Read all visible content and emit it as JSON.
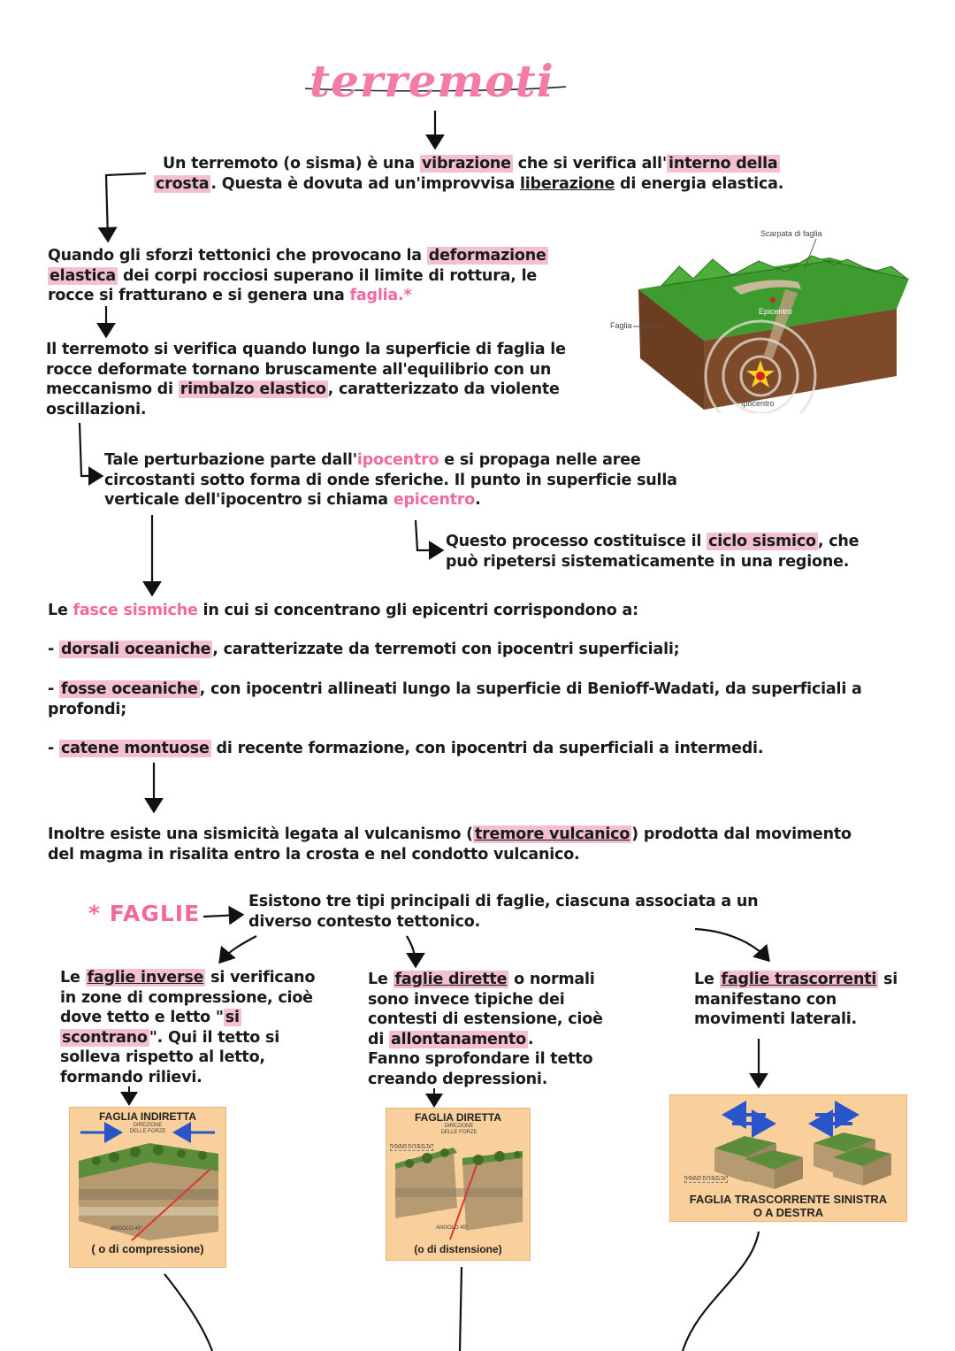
{
  "title": "terremoti",
  "intro": {
    "p1": "Un terremoto (o sisma) è una ",
    "p1_hl1": "vibrazione",
    "p2": " che si verifica all'",
    "p2_hl": "interno della",
    "p3_hl": "crosta",
    "p3": ". Questa è dovuta ad un'improvvisa ",
    "p3_ul": "liberazione",
    "p4": " di energia elastica."
  },
  "deformation": {
    "a": "Quando gli sforzi tettonici che provocano la ",
    "a_hl": "deformazione",
    "b_hl": "elastica",
    "b": " dei corpi rocciosi superano il limite di rottura, le",
    "c": "rocce si fratturano e si genera una ",
    "c_pink": "faglia",
    "c_star": ".*"
  },
  "rebound": {
    "l1": "Il terremoto si verifica quando lungo la superficie di faglia le",
    "l2": "rocce deformate tornano bruscamente all'equilibrio con un",
    "l3a": "meccanismo di ",
    "l3_hl": "rimbalzo elastico",
    "l3b": ", caratterizzato da violente",
    "l4": "oscillazioni."
  },
  "diagram": {
    "scarp": "Scarpata di faglia",
    "fault": "Faglia",
    "epicenter": "Epicentro",
    "hypocenter": "Ipocentro"
  },
  "propagation": {
    "l1a": "Tale perturbazione parte dall'",
    "l1_pink": "ipocentro",
    "l1b": " e si propaga nelle aree",
    "l2": "circostanti sotto forma di onde sferiche. Il punto in superficie sulla",
    "l3a": "verticale dell'ipocentro si chiama ",
    "l3_pink": "epicentro",
    "l3b": "."
  },
  "cycle": {
    "l1a": "Questo processo costituisce il ",
    "l1_hl": "ciclo sismico",
    "l1b": ", che",
    "l2": "può ripetersi sistematicamente in una regione."
  },
  "belts": {
    "intro_a": "Le ",
    "intro_pink": "fasce sismiche",
    "intro_b": " in cui si concentrano gli epicentri corrispondono a:",
    "i1_dash": "- ",
    "i1_hl": "dorsali oceaniche",
    "i1": ", caratterizzate da terremoti con ipocentri superficiali;",
    "i2_hl": "fosse oceaniche",
    "i2": ", con ipocentri allineati lungo la superficie di Benioff-Wadati, da superficiali a",
    "i2b": "profondi;",
    "i3_hl": "catene montuose",
    "i3": " di recente formazione, con ipocentri da superficiali a intermedi."
  },
  "volcanic": {
    "l1a": "Inoltre esiste una sismicità legata al vulcanismo (",
    "l1_hl": "tremore vulcanico",
    "l1b": ") prodotta dal movimento",
    "l2": "del magma in risalita entro la crosta e nel condotto vulcanico."
  },
  "faults": {
    "heading": "* FAGLIE",
    "intro1": "Esistono tre tipi principali di faglie, ciascuna associata a un",
    "intro2": "diverso contesto tettonico.",
    "reverse": {
      "a": "Le ",
      "hl": "faglie inverse",
      "b": " si verificano",
      "l2": "in zone di compressione, cioè",
      "l3": "dove tetto e letto \"",
      "l3_hl": "si",
      "l4_hl": "scontrano",
      "l4": "\". Qui il tetto si",
      "l5": "solleva rispetto al letto,",
      "l6": "formando rilievi.",
      "fig_title": "FAGLIA INDIRETTA",
      "fig_dir": "DIREZIONE DELLE FORZE",
      "fig_angle": "ANGOLO 45°",
      "fig_caption": "( o di compressione)"
    },
    "normal": {
      "a": "Le ",
      "hl": "faglie dirette",
      "b": " o normali",
      "l2": "sono invece tipiche dei",
      "l3": "contesti di estensione, cioè",
      "l4a": "di ",
      "l4_hl": "allontanamento",
      "l4b": ".",
      "l5": "Fanno sprofondare il tetto",
      "l6": "creando depressioni.",
      "fig_title": "FAGLIA DIRETTA",
      "fig_dir": "DIREZIONE DELLE FORZE",
      "fig_plane": "PIANO DI FAGLIA",
      "fig_angle": "ANGOLO 45°",
      "fig_caption": "(o di distensione)"
    },
    "strike": {
      "a": "Le ",
      "hl": "faglie trascorrenti",
      "b": " si",
      "l2": "manifestano con",
      "l3": "movimenti laterali.",
      "fig_plane": "PIANO DI FAGLIA",
      "fig_caption1": "FAGLIA TRASCORRENTE SINISTRA",
      "fig_caption2": "O A DESTRA"
    }
  },
  "colors": {
    "highlight": "#f4bfd2",
    "pink_text": "#f06a9e",
    "title": "#f47aa8",
    "figure_bg": "#f9cf9c"
  }
}
